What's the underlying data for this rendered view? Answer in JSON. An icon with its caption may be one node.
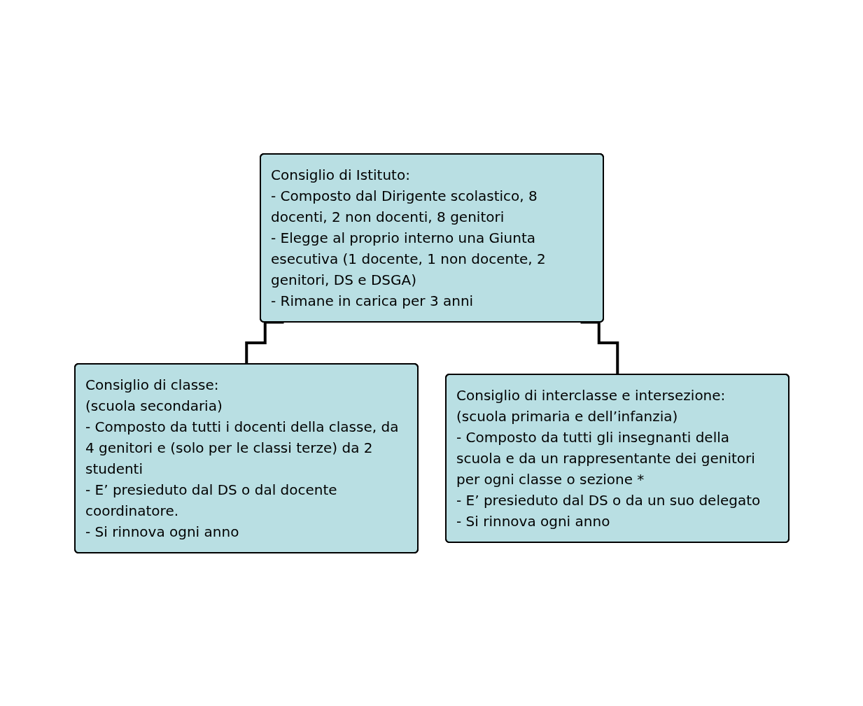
{
  "diagram": {
    "nodes": [
      {
        "text": [
          "Consiglio di Istituto:",
          "- Composto dal Dirigente scolastico, 8 docenti, 2 non docenti, 8 genitori",
          "- Elegge al proprio interno una Giunta esecutiva (1 docente, 1 non docente, 2 genitori, DS e DSGA)",
          "- Rimane in carica per 3 anni"
        ]
      },
      {
        "text": [
          "Consiglio di classe:",
          "(scuola secondaria)",
          "- Composto da tutti i docenti della classe, da 4 genitori e (solo per le classi terze) da 2 studenti",
          "- E’ presieduto dal DS o dal docente coordinatore.",
          "- Si rinnova ogni anno"
        ]
      },
      {
        "text": [
          "Consiglio di interclasse e intersezione:",
          "(scuola primaria e dell’infanzia)",
          "- Composto da tutti gli insegnanti della scuola e da un rappresentante dei genitori per ogni classe o sezione *",
          "- E’ presieduto dal DS o da un suo delegato",
          "- Si rinnova ogni anno"
        ]
      }
    ],
    "edges": [
      {
        "from": 0,
        "to": 1,
        "arrow": "none"
      },
      {
        "from": 0,
        "to": 2,
        "arrow": "none"
      }
    ]
  }
}
